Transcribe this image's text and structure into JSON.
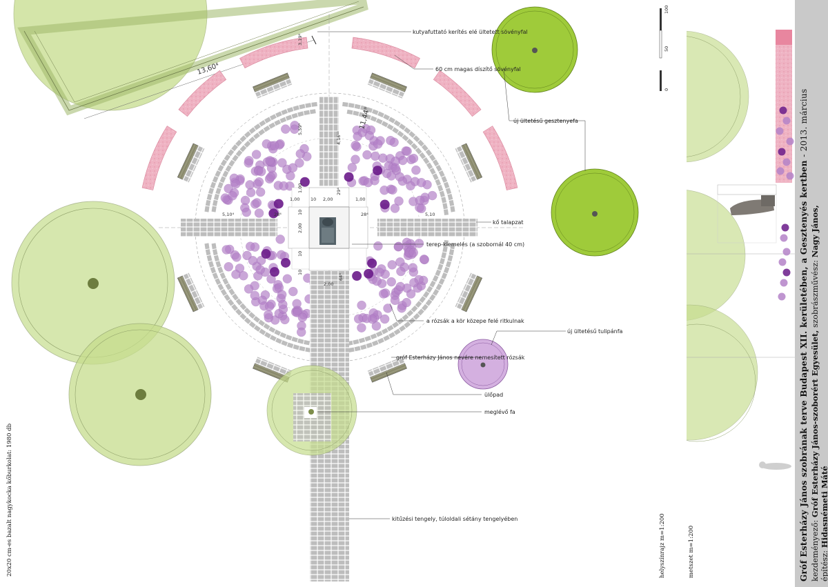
{
  "title": {
    "main": "Gróf Esterházy János szobrának terve Budapest XII. kerületében, a Gesztenyés kertben",
    "date": "- 2013. március",
    "initiator_label": "kezdeményező:",
    "initiator": "Gróf Esterházy János-szoborért Egyesület,",
    "sculptor_label": "szobrászművész:",
    "sculptor": "Nagy János,",
    "architect_label": "építész:",
    "architect": "Hidasnémeti Máté"
  },
  "notes": {
    "paving": "20x20 cm-es bazalt nagykocka kőburkolat: 1980 db",
    "site_plan_scale": "helyszínrajz m=1:200",
    "section_scale": "metszet m=1:200"
  },
  "labels": {
    "hedge_fence": "kutyafuttató kerítés elé ültetett sövényfal",
    "hedge_decor": "60 cm magas díszítő sövényfal",
    "chestnut": "új ültetésű gesztenyefa",
    "stone_base": "kő talapzat",
    "terrain": "terep-kiemelés (a szobornál 40 cm)",
    "roses_sparse": "a rózsák a kör közepe felé ritkulnak",
    "tulip_tree": "új ültetésű tulipánfa",
    "roses": "gróf Esterházy János nevére nemesített rózsák",
    "bench": "ülőpad",
    "existing_tree": "meglévő fa",
    "axis": "kitűzési tengely, túloldali sétány tengelyében"
  },
  "dimensions": {
    "d_13_60": "13,60⁴",
    "d_3_19": "3,19⁶",
    "d_11_44": "11,44⁸",
    "d_5_59": "5,59⁹",
    "d_4_16": "4,16¹⁰",
    "d_5_10_left": "5,10⁴",
    "d_5_10_right": "5,10",
    "d_28_left": "28⁴",
    "d_28_right": "28⁴",
    "d_2_00_top": "2,00",
    "d_2_00_mid": "2,00",
    "d_2_00_bottom": "2,00",
    "d_1_00_left": "1,00",
    "d_1_00_right": "1,00",
    "d_1_00_vert": "1,00",
    "d_10_a": "10",
    "d_10_b": "10",
    "d_10_c": "10",
    "d_10_d": "10",
    "d_29": "29⁴",
    "d_64": "64⁸"
  },
  "section_ruler": {
    "t100": "100",
    "t50": "50",
    "t0": "0"
  },
  "colors": {
    "tree_green": "#c6dd8d",
    "new_tree_green": "#9fcb3a",
    "hedge_pink": "#eaa7b8",
    "rose_purple": "#b482c8",
    "rose_dark": "#6a1b8a",
    "paver": "#bdbdbd",
    "bench": "#8a8a6f",
    "title_band": "#c9c9c9"
  }
}
